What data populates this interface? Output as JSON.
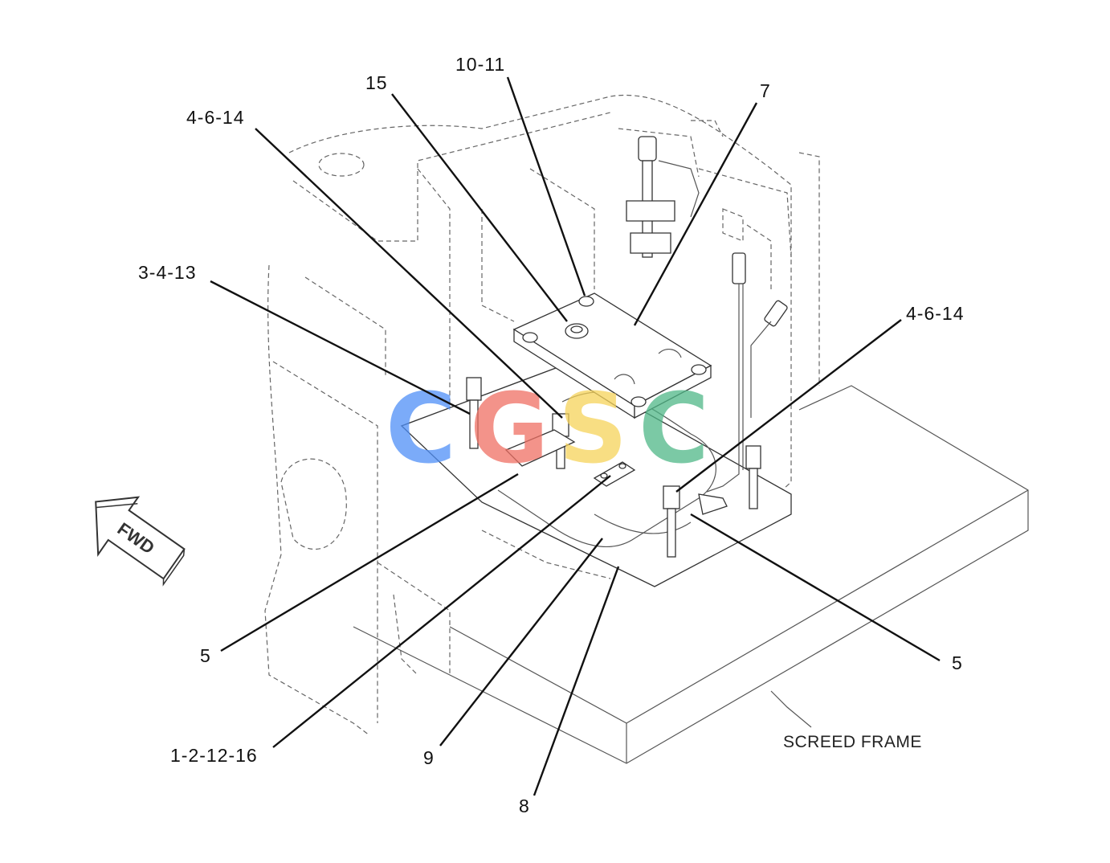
{
  "callouts": {
    "c_10_11": "10-11",
    "c_15": "15",
    "c_7": "7",
    "c_4_6_14_left": "4-6-14",
    "c_3_4_13": "3-4-13",
    "c_4_6_14_right": "4-6-14",
    "c_5_left": "5",
    "c_5_right": "5",
    "c_1_2_12_16": "1-2-12-16",
    "c_9": "9",
    "c_8": "8"
  },
  "labels": {
    "screed_frame": "SCREED FRAME",
    "fwd": "FWD"
  },
  "watermark": {
    "letters": [
      "C",
      "G",
      "S",
      "C"
    ],
    "colors": [
      "#4f8ff7",
      "#ef6f63",
      "#f6d35a",
      "#4fb888"
    ]
  }
}
